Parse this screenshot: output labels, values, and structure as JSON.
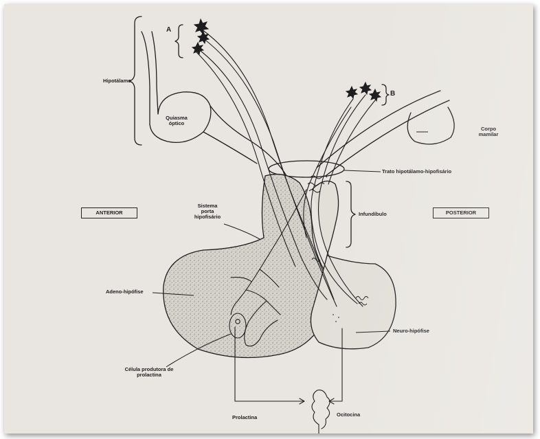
{
  "labels": {
    "hipotalamo": "Hipotálamo",
    "a": "A",
    "b": "B",
    "quiasma_optico": [
      "Quiasma",
      "óptico"
    ],
    "corpo_mamilar": [
      "Corpo",
      "mamilar"
    ],
    "trato": "Trato hipotálamo-hipofisário",
    "anterior": "ANTERIOR",
    "posterior": "POSTERIOR",
    "sistema_porta": [
      "Sistema",
      "porta",
      "hipofisário"
    ],
    "infundibulo": "Infundíbulo",
    "adeno_hipofise": "Adeno-hipófise",
    "neuro_hipofise": "Neuro-hipófise",
    "celula_produtora": [
      "Célula produtora de",
      "prolactina"
    ],
    "prolactina": "Prolactina",
    "ocitocina": "Ocitocina"
  },
  "colors": {
    "paper": "#e9e6e1",
    "ink": "#1d1d1d",
    "stipple_fill": "#d6d3cd"
  }
}
